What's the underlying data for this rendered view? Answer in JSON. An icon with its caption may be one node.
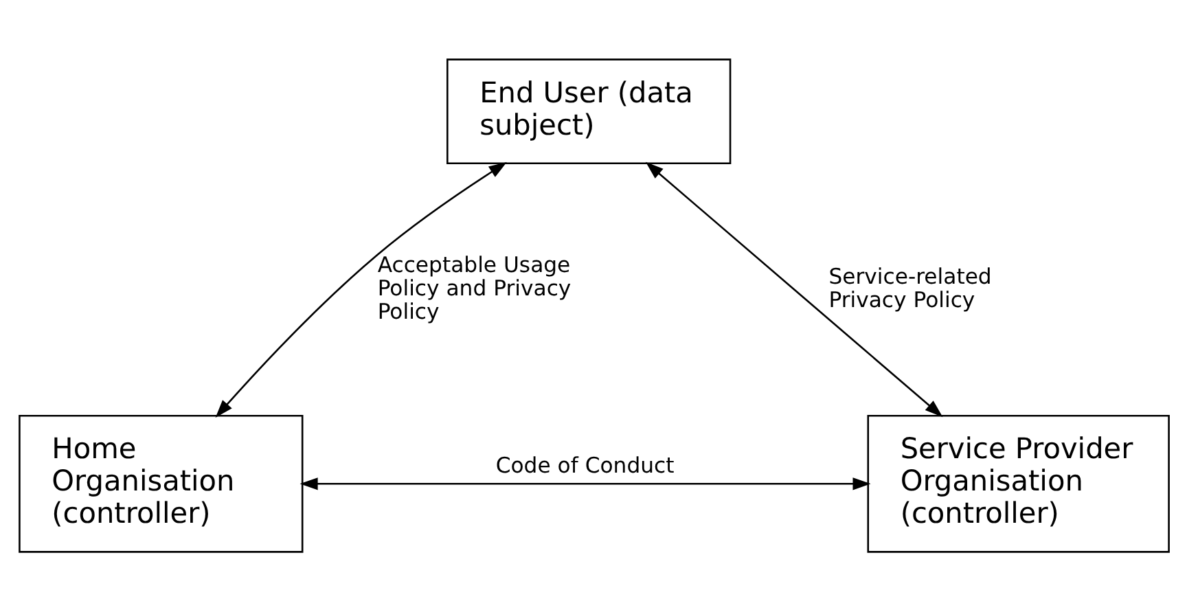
{
  "diagram": {
    "nodes": [
      {
        "text": [
          "End User (data subject)"
        ]
      },
      {
        "text": [
          "Home Organisation (controller)"
        ]
      },
      {
        "text": [
          "Service Provider Organisation (controller)"
        ]
      }
    ],
    "edges": [
      {
        "from": 0,
        "to": 1,
        "arrow": "both",
        "label": "Acceptable Usage Policy and Privacy Policy"
      },
      {
        "from": 1,
        "to": 2,
        "arrow": "both",
        "label": "Code of Conduct"
      },
      {
        "from": 0,
        "to": 2,
        "arrow": "both",
        "label": "Service-related Privacy Policy"
      }
    ]
  }
}
